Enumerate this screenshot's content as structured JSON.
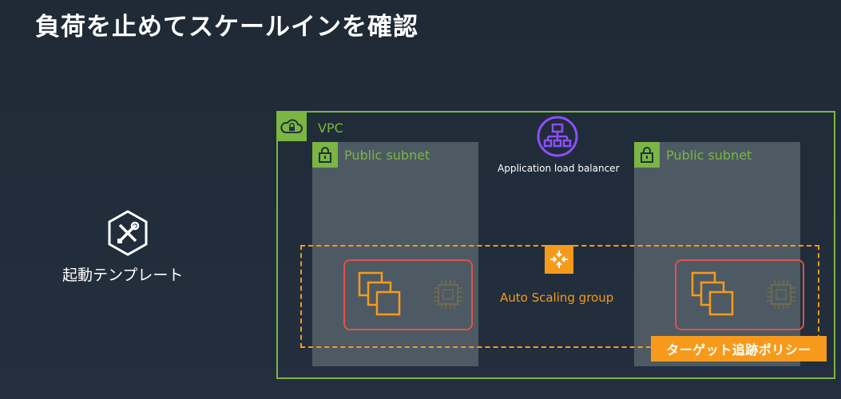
{
  "page": {
    "title": "負荷を止めてスケールインを確認"
  },
  "launch_template": {
    "label": "起動テンプレート",
    "icon": "tools-icon"
  },
  "vpc": {
    "label": "VPC",
    "icon": "cloud-lock-icon",
    "color": "#7ab641"
  },
  "subnets": [
    {
      "label": "Public subnet",
      "icon": "lock-icon"
    },
    {
      "label": "Public subnet",
      "icon": "lock-icon"
    }
  ],
  "load_balancer": {
    "label": "Application load balancer",
    "icon": "load-balancer-icon",
    "color": "#8c4fff"
  },
  "auto_scaling_group": {
    "label": "Auto Scaling group",
    "icon": "auto-scaling-icon",
    "color": "#f79a1c"
  },
  "instances": [
    {
      "icon": "ec2-instances-icon",
      "chip_icon": "processor-chip-icon"
    },
    {
      "icon": "ec2-instances-icon",
      "chip_icon": "processor-chip-icon"
    }
  ],
  "policy_badge": {
    "label": "ターゲット追跡ポリシー"
  },
  "colors": {
    "background": "#232f3e",
    "subnet_fill": "#4d5a63",
    "instance_border": "#e2514a"
  }
}
